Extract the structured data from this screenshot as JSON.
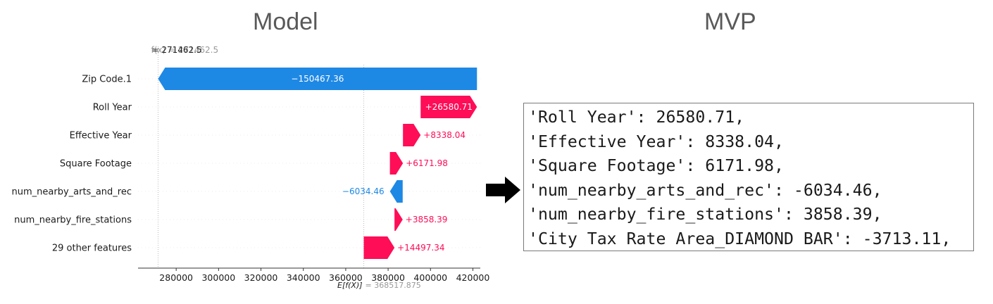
{
  "headings": {
    "left": "Model",
    "right": "MVP"
  },
  "chart_data": {
    "type": "waterfall",
    "top_label": "= 271462.5",
    "top_label_ghost": "f(x) = 271462.5",
    "features": [
      {
        "name": "Zip Code.1",
        "value": -150467.36,
        "label": "−150467.36",
        "label_inside": true
      },
      {
        "name": "Roll Year",
        "value": 26580.71,
        "label": "+26580.71",
        "label_inside": true
      },
      {
        "name": "Effective Year",
        "value": 8338.04,
        "label": "+8338.04",
        "label_inside": false
      },
      {
        "name": "Square Footage",
        "value": 6171.98,
        "label": "+6171.98",
        "label_inside": false
      },
      {
        "name": "num_nearby_arts_and_rec",
        "value": -6034.46,
        "label": "−6034.46",
        "label_inside": false
      },
      {
        "name": "num_nearby_fire_stations",
        "value": 3858.39,
        "label": "+3858.39",
        "label_inside": false
      },
      {
        "name": "29 other features",
        "value": 14497.34,
        "label": "+14497.34",
        "label_inside": false
      }
    ],
    "base_value": 368517.875,
    "base_label_main": "E[f(X)]",
    "base_label_value": "= 368517.875",
    "output_value": 271462.5,
    "xlim": [
      262000,
      423500
    ],
    "xticks": [
      280000,
      300000,
      320000,
      340000,
      360000,
      380000,
      400000,
      420000
    ],
    "colors": {
      "positive": "#ff0d57",
      "negative": "#1e88e5",
      "axis": "#333333",
      "ghost": "#999999"
    }
  },
  "mvp_lines": [
    "'Roll Year': 26580.71,",
    "'Effective Year': 8338.04,",
    "'Square Footage': 6171.98,",
    "'num_nearby_arts_and_rec': -6034.46,",
    "'num_nearby_fire_stations': 3858.39,",
    "'City Tax Rate Area_DIAMOND BAR': -3713.11,"
  ],
  "icons": {
    "arrow": "right-arrow-icon"
  }
}
